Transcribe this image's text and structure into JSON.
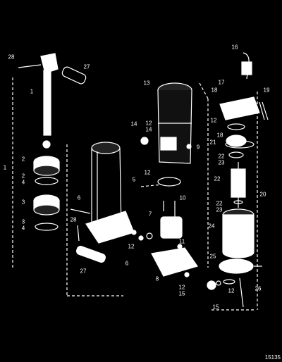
{
  "diagram": {
    "figure_number": "15135",
    "callouts": [
      "28",
      "27",
      "1",
      "1",
      "2",
      "2",
      "4",
      "3",
      "3",
      "4",
      "5",
      "6",
      "28",
      "27",
      "6",
      "13",
      "14",
      "12",
      "14",
      "9",
      "12",
      "10",
      "7",
      "11",
      "12",
      "11",
      "8",
      "12",
      "15",
      "16",
      "17",
      "18",
      "19",
      "12",
      "18",
      "21",
      "22",
      "23",
      "22",
      "22",
      "23",
      "20",
      "24",
      "25",
      "12",
      "26",
      "15"
    ]
  },
  "colors": {
    "background": "#000000",
    "line": "#ffffff"
  }
}
